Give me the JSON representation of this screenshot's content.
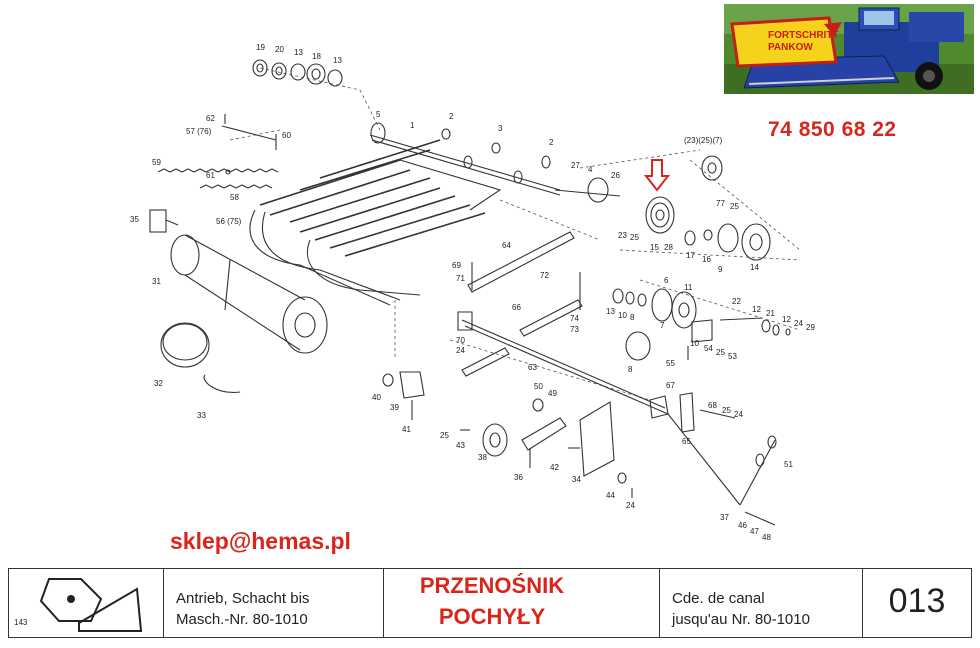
{
  "banner": {
    "logo_line1": "FORTSCHRITT",
    "logo_line2": "PANKOW"
  },
  "contact": {
    "phone": "74 850 68 22",
    "email": "sklep@hemas.pl"
  },
  "title_block": {
    "sheet_small": "143",
    "german": [
      "Antrieb, Schacht bis",
      "Masch.-Nr. 80-1010"
    ],
    "polish": [
      "PRZENOŚNIK",
      "POCHYŁY"
    ],
    "french": [
      "Cde. de canal",
      "jusqu'au Nr. 80-1010"
    ],
    "page_number": "013"
  },
  "callouts": {
    "c19": "19",
    "c20": "20",
    "c13a": "13",
    "c18": "18",
    "c13b": "13",
    "c62": "62",
    "c57": "57 (76)",
    "c60": "60",
    "c59": "59",
    "c61": "61",
    "c58": "58",
    "c5": "5",
    "c1": "1",
    "c2a": "2",
    "c3": "3",
    "c2b": "2",
    "c27": "27",
    "c4": "4",
    "c26": "26",
    "c23top": "(23)(25)(7)",
    "c35": "35",
    "c56": "56 (75)",
    "c31": "31",
    "c32": "32",
    "c33": "33",
    "c69": "69",
    "c71": "71",
    "c64": "64",
    "c72": "72",
    "c74": "74",
    "c73": "73",
    "c66": "66",
    "c70": "70",
    "c24a": "24",
    "c63": "63",
    "c23": "23",
    "c25a": "25",
    "c15": "15",
    "c28": "28",
    "c77": "77",
    "c25b": "25",
    "c17": "17",
    "c16": "16",
    "c9": "9",
    "c14": "14",
    "c6": "6",
    "c11": "11",
    "c13c": "13",
    "c10a": "10",
    "c8a": "8",
    "c7": "7",
    "c22": "22",
    "c12a": "12",
    "c21": "21",
    "c12b": "12",
    "c24b": "24",
    "c29": "29",
    "c10b": "10",
    "c54": "54",
    "c25c": "25",
    "c53": "53",
    "c55": "55",
    "c8b": "8",
    "c67": "67",
    "c68": "68",
    "c25d": "25",
    "c24c": "24",
    "c65": "65",
    "c40": "40",
    "c39": "39",
    "c41": "41",
    "c25e": "25",
    "c43": "43",
    "c38": "38",
    "c50": "50",
    "c49": "49",
    "c36": "36",
    "c42": "42",
    "c34": "34",
    "c44": "44",
    "c24d": "24",
    "c51": "51",
    "c37": "37",
    "c46": "46",
    "c47": "47",
    "c48": "48"
  }
}
